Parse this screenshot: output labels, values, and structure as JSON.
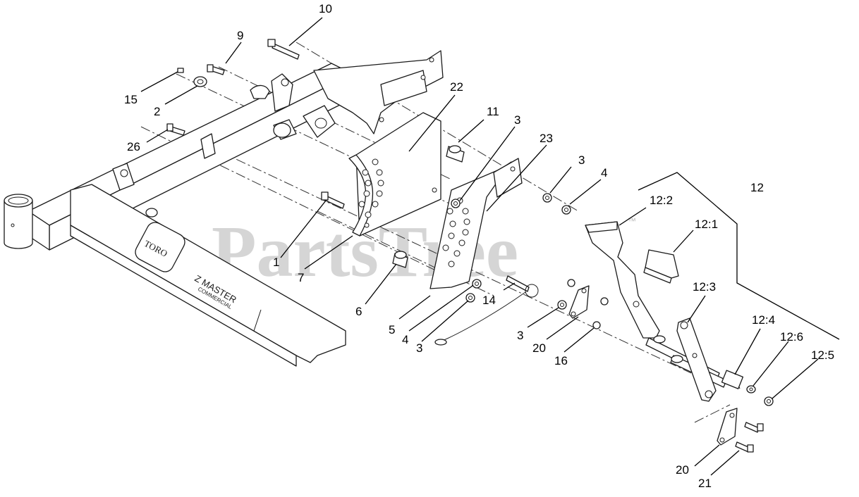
{
  "watermark": {
    "text": "PartsTree",
    "mark": "™"
  },
  "frame_text": {
    "logo": "TORO",
    "model": "Z MASTER",
    "model_sub": "COMMERCIAL"
  },
  "callouts": [
    {
      "id": "c10",
      "label": "10"
    },
    {
      "id": "c9",
      "label": "9"
    },
    {
      "id": "c15",
      "label": "15"
    },
    {
      "id": "c2",
      "label": "2"
    },
    {
      "id": "c26",
      "label": "26"
    },
    {
      "id": "c22",
      "label": "22"
    },
    {
      "id": "c11",
      "label": "11"
    },
    {
      "id": "c3a",
      "label": "3"
    },
    {
      "id": "c23",
      "label": "23"
    },
    {
      "id": "c3b",
      "label": "3"
    },
    {
      "id": "c4a",
      "label": "4"
    },
    {
      "id": "c12",
      "label": "12"
    },
    {
      "id": "c12_2",
      "label": "12:2"
    },
    {
      "id": "c12_1",
      "label": "12:1"
    },
    {
      "id": "c1",
      "label": "1"
    },
    {
      "id": "c7",
      "label": "7"
    },
    {
      "id": "c6",
      "label": "6"
    },
    {
      "id": "c5",
      "label": "5"
    },
    {
      "id": "c4b",
      "label": "4"
    },
    {
      "id": "c3c",
      "label": "3"
    },
    {
      "id": "c14",
      "label": "14"
    },
    {
      "id": "c3d",
      "label": "3"
    },
    {
      "id": "c20a",
      "label": "20"
    },
    {
      "id": "c16",
      "label": "16"
    },
    {
      "id": "c12_3",
      "label": "12:3"
    },
    {
      "id": "c12_4",
      "label": "12:4"
    },
    {
      "id": "c12_6",
      "label": "12:6"
    },
    {
      "id": "c12_5",
      "label": "12:5"
    },
    {
      "id": "c20b",
      "label": "20"
    },
    {
      "id": "c21",
      "label": "21"
    }
  ]
}
